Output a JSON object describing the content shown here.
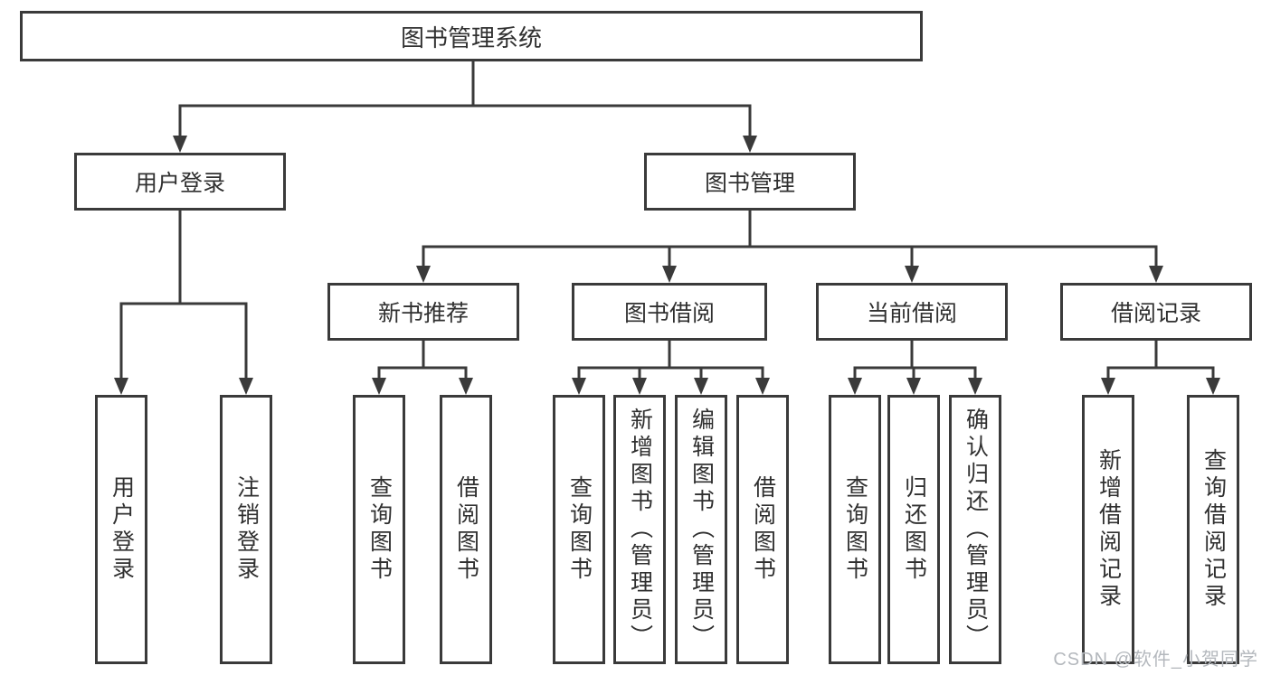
{
  "diagram": {
    "root": {
      "label": "图书管理系统"
    },
    "branches": [
      {
        "label": "用户登录",
        "children": [
          {
            "label": "用户登录"
          },
          {
            "label": "注销登录"
          }
        ]
      },
      {
        "label": "图书管理",
        "children": [
          {
            "label": "新书推荐",
            "children": [
              {
                "label": "查询图书"
              },
              {
                "label": "借阅图书"
              }
            ]
          },
          {
            "label": "图书借阅",
            "children": [
              {
                "label": "查询图书"
              },
              {
                "label": "新增图书（管理员）"
              },
              {
                "label": "编辑图书（管理员）"
              },
              {
                "label": "借阅图书"
              }
            ]
          },
          {
            "label": "当前借阅",
            "children": [
              {
                "label": "查询图书"
              },
              {
                "label": "归还图书"
              },
              {
                "label": "确认归还（管理员）"
              }
            ]
          },
          {
            "label": "借阅记录",
            "children": [
              {
                "label": "新增借阅记录"
              },
              {
                "label": "查询借阅记录"
              }
            ]
          }
        ]
      }
    ]
  },
  "watermark": {
    "text": "CSDN @软件_小贺同学"
  },
  "colors": {
    "line": "#3a3a3a",
    "text": "#303030",
    "watermark": "#b4b8bd",
    "background": "#ffffff"
  }
}
